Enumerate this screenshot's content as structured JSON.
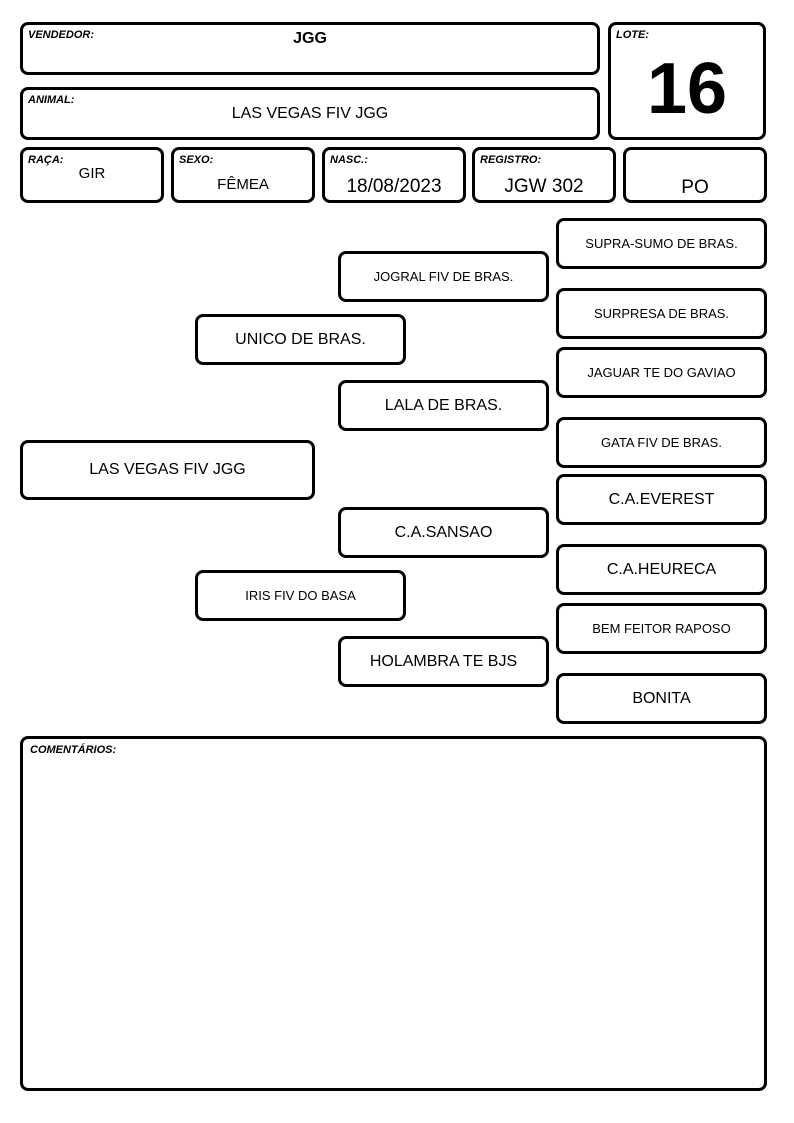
{
  "header": {
    "vendedor": {
      "label": "VENDEDOR:",
      "value": "JGG"
    },
    "animal": {
      "label": "ANIMAL:",
      "value": "LAS VEGAS FIV JGG"
    },
    "lote": {
      "label": "LOTE:",
      "value": "16"
    },
    "raca": {
      "label": "RAÇA:",
      "value": "GIR"
    },
    "sexo": {
      "label": "SEXO:",
      "value": "FÊMEA"
    },
    "nasc": {
      "label": "NASC.:",
      "value": "18/08/2023"
    },
    "registro": {
      "label": "REGISTRO:",
      "value": "JGW 302"
    },
    "tipo": {
      "value": "PO"
    }
  },
  "pedigree": {
    "animal": "LAS VEGAS FIV JGG",
    "sire": "UNICO DE BRAS.",
    "dam": "IRIS FIV DO BASA",
    "sire_sire": "JOGRAL FIV DE BRAS.",
    "sire_dam": "LALA DE BRAS.",
    "dam_sire": "C.A.SANSAO",
    "dam_dam": "HOLAMBRA TE BJS",
    "gg": [
      "SUPRA-SUMO DE BRAS.",
      "SURPRESA DE BRAS.",
      "JAGUAR TE DO GAVIAO",
      "GATA FIV DE BRAS.",
      "C.A.EVEREST",
      "C.A.HEURECA",
      "BEM FEITOR RAPOSO",
      "BONITA"
    ]
  },
  "comments": {
    "label": "COMENTÁRIOS:",
    "value": ""
  }
}
